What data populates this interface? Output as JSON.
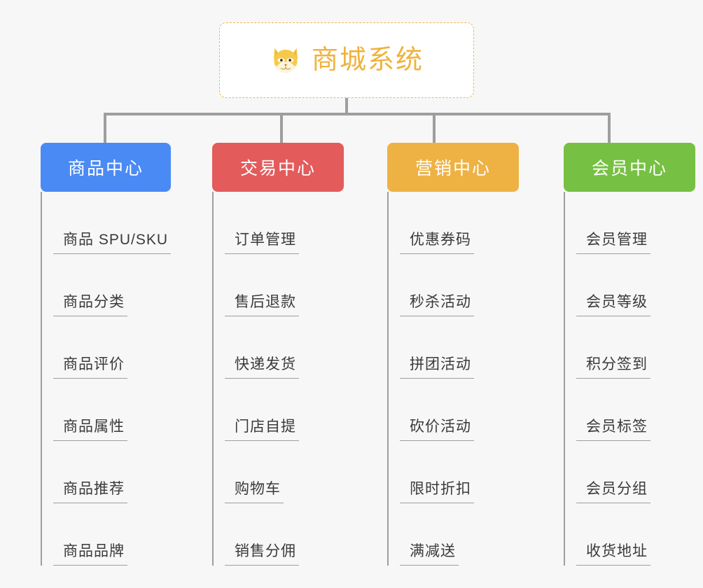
{
  "root": {
    "title": "商城系统",
    "icon": "shiba-dog-icon",
    "accent_color": "#f0b23c",
    "border_color": "#f0b64a"
  },
  "canvas": {
    "background_color": "#f7f7f7",
    "connector_color": "#9e9e9e"
  },
  "columns": [
    {
      "category": "商品中心",
      "color": "#4a8af4",
      "items": [
        "商品 SPU/SKU",
        "商品分类",
        "商品评价",
        "商品属性",
        "商品推荐",
        "商品品牌"
      ]
    },
    {
      "category": "交易中心",
      "color": "#e35b5b",
      "items": [
        "订单管理",
        "售后退款",
        "快递发货",
        "门店自提",
        "购物车",
        "销售分佣"
      ]
    },
    {
      "category": "营销中心",
      "color": "#eeb244",
      "items": [
        "优惠券码",
        "秒杀活动",
        "拼团活动",
        "砍价活动",
        "限时折扣",
        "满减送"
      ]
    },
    {
      "category": "会员中心",
      "color": "#76c043",
      "items": [
        "会员管理",
        "会员等级",
        "积分签到",
        "会员标签",
        "会员分组",
        "收货地址"
      ]
    }
  ]
}
